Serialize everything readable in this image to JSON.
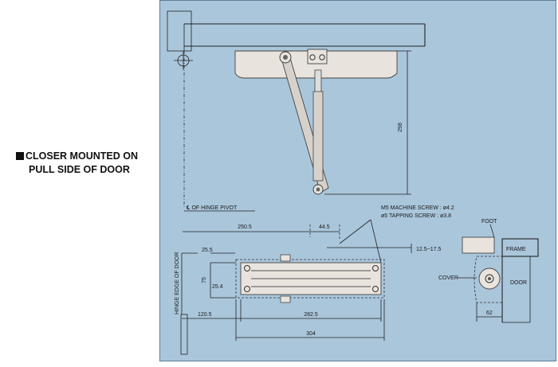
{
  "caption": {
    "line1": "CLOSER MOUNTED ON",
    "line2": "PULL SIDE OF DOOR"
  },
  "colors": {
    "panel_bg": "#aac6db",
    "closer_body": "#e8e3dd",
    "line": "#222222"
  },
  "dims": {
    "d298": "298",
    "hinge_pivot": "℄ OF HINGE PIVOT",
    "d250_5": "250.5",
    "d44_5": "44.5",
    "screw1": "M5 MACHINE SCREW : ø4.2",
    "screw2": "ø5 TAPPING SCREW : ø3.8",
    "d12_5": "12.5~17.5",
    "d25_5": "25.5",
    "d75": "75",
    "d25_4": "25.4",
    "d120_5": "120.5",
    "d282_5": "282.5",
    "d304": "304",
    "hinge_edge": "HINGE EDGE OF DOOR",
    "foot": "FOOT",
    "frame": "FRAME",
    "cover": "COVER",
    "door": "DOOR",
    "d62": "62"
  }
}
